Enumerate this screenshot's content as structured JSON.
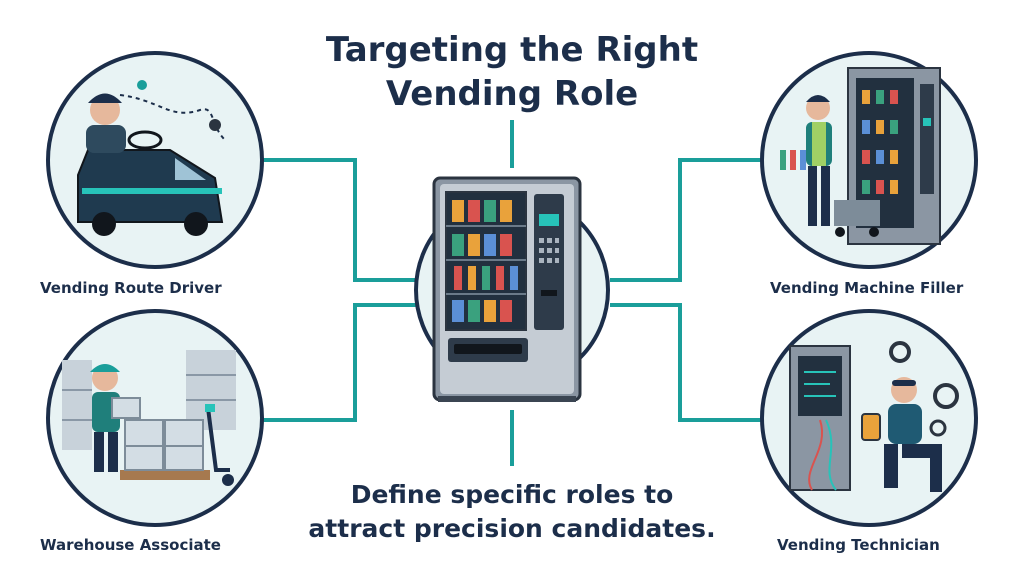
{
  "title_line1": "Targeting the Right",
  "title_line2": "Vending Role",
  "subtitle_line1": "Define specific roles to",
  "subtitle_line2": "attract precision candidates.",
  "roles": {
    "driver": "Vending Route Driver",
    "filler": "Vending Machine Filler",
    "warehouse": "Warehouse Associate",
    "technician": "Vending Technician"
  },
  "colors": {
    "accent": "#1a9e9a",
    "navy": "#1c2e4a",
    "circle_bg": "#e8f3f4"
  }
}
